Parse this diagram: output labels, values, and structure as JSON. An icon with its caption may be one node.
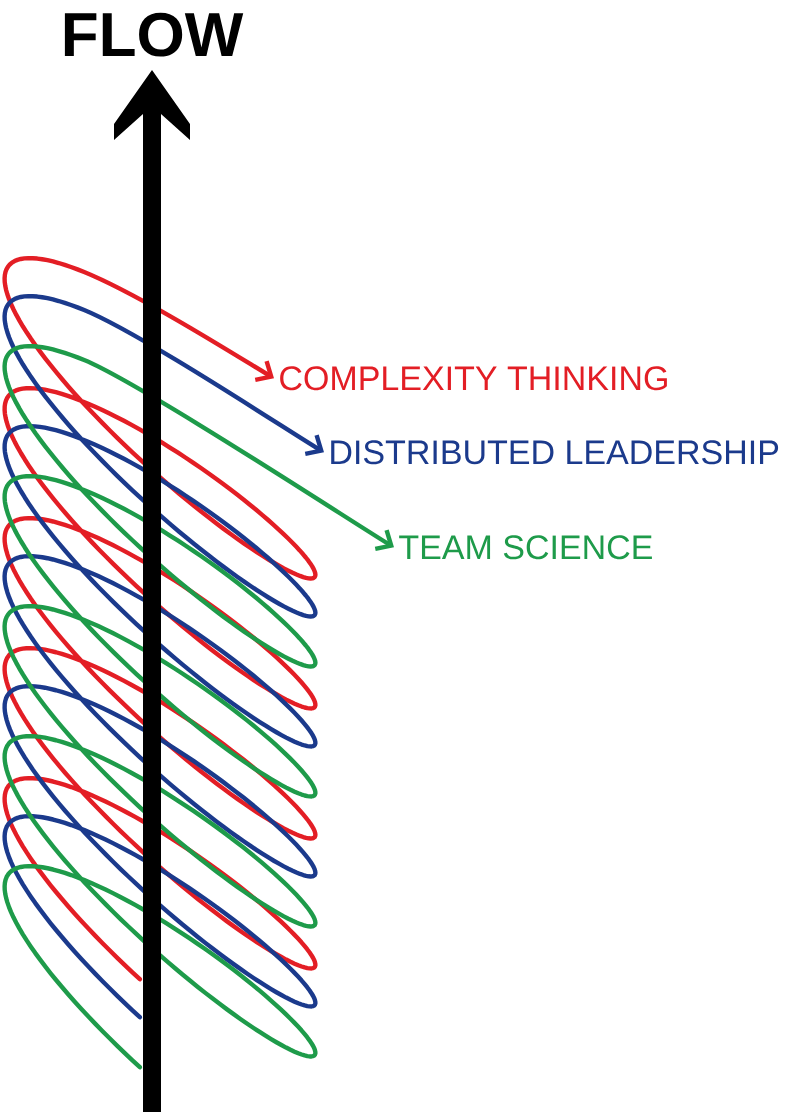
{
  "diagram": {
    "nodes": [
      {
        "text": [
          "COMPLEXITY THINKING"
        ]
      },
      {
        "text": [
          "DISTRIBUTED LEADERSHIP"
        ]
      },
      {
        "text": [
          "TEAM SCIENCE"
        ]
      }
    ],
    "edges": [
      {
        "from": null,
        "to": 0,
        "arrow": "to",
        "color": "#e31e25"
      },
      {
        "from": null,
        "to": 1,
        "arrow": "to",
        "color": "#1b3a8c"
      },
      {
        "from": null,
        "to": 2,
        "arrow": "to",
        "color": "#1e9b4a"
      }
    ],
    "labels": [
      "FLOW"
    ]
  }
}
